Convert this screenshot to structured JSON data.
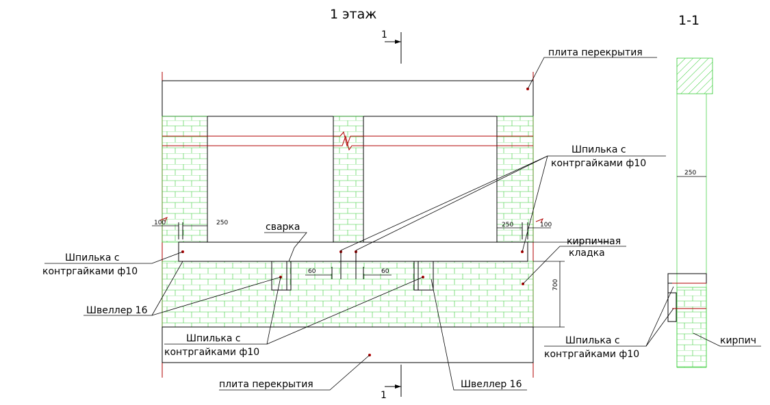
{
  "title": "1 этаж",
  "section_title": "1-1",
  "section_marker": "1",
  "labels": {
    "slab_top": "плита перекрытия",
    "slab_bottom": "плита перекрытия",
    "weld": "сварка",
    "masonry_line1": "кирпичная",
    "masonry_line2": "кладка",
    "stud_left_line1": "Шпилька с",
    "stud_left_line2": "контргайками ф10",
    "stud_right_line1": "Шпилька с",
    "stud_right_line2": "контргайками ф10",
    "stud_bottom_line1": "Шпилька с",
    "stud_bottom_line2": "контргайками ф10",
    "stud_section_line1": "Шпилька с",
    "stud_section_line2": "контргайками ф10",
    "channel_left": "Швеллер 16",
    "channel_right": "Швеллер 16",
    "brick": "кирпич"
  },
  "dimensions": {
    "left_100": "100",
    "left_250": "250",
    "right_250": "250",
    "right_100": "100",
    "mid_60_left": "60",
    "mid_60_right": "60",
    "height_700": "700",
    "section_250": "250"
  },
  "colors": {
    "line": "#000000",
    "masonry": "#33cc33",
    "accent": "#b00000"
  }
}
